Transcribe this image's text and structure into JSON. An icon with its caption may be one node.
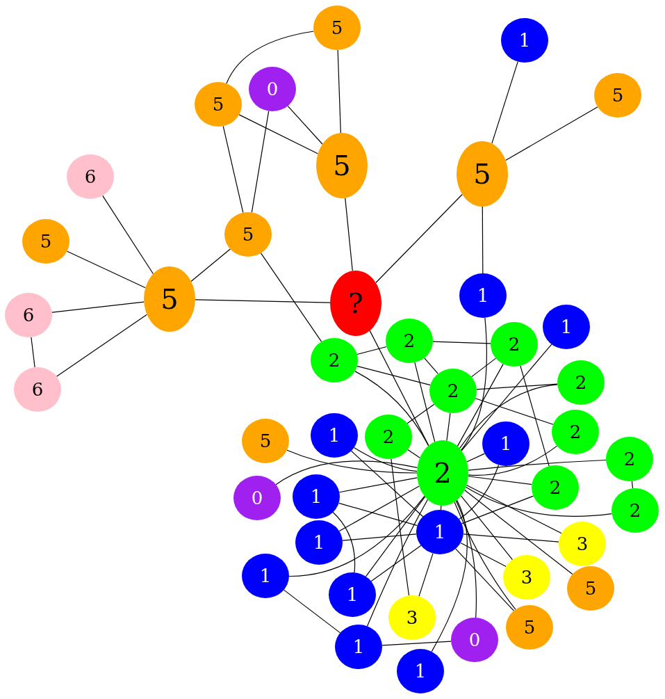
{
  "diagram": {
    "nodes": [
      {
        "text": [
          "5"
        ]
      },
      {
        "text": [
          "1"
        ]
      },
      {
        "text": [
          "0"
        ]
      },
      {
        "text": [
          "5"
        ]
      },
      {
        "text": [
          "5"
        ]
      },
      {
        "text": [
          "5"
        ]
      },
      {
        "text": [
          "5"
        ]
      },
      {
        "text": [
          "6"
        ]
      },
      {
        "text": [
          "5"
        ]
      },
      {
        "text": [
          "5"
        ]
      },
      {
        "text": [
          "5"
        ]
      },
      {
        "text": [
          "?"
        ]
      },
      {
        "text": [
          "1"
        ]
      },
      {
        "text": [
          "6"
        ]
      },
      {
        "text": [
          "1"
        ]
      },
      {
        "text": [
          "2"
        ]
      },
      {
        "text": [
          "2"
        ]
      },
      {
        "text": [
          "2"
        ]
      },
      {
        "text": [
          "2"
        ]
      },
      {
        "text": [
          "2"
        ]
      },
      {
        "text": [
          "6"
        ]
      },
      {
        "text": [
          "5"
        ]
      },
      {
        "text": [
          "1"
        ]
      },
      {
        "text": [
          "2"
        ]
      },
      {
        "text": [
          "1"
        ]
      },
      {
        "text": [
          "2"
        ]
      },
      {
        "text": [
          "2"
        ]
      },
      {
        "text": [
          "2"
        ]
      },
      {
        "text": [
          "0"
        ]
      },
      {
        "text": [
          "1"
        ]
      },
      {
        "text": [
          "2"
        ]
      },
      {
        "text": [
          "2"
        ]
      },
      {
        "text": [
          "1"
        ]
      },
      {
        "text": [
          "1"
        ]
      },
      {
        "text": [
          "3"
        ]
      },
      {
        "text": [
          "1"
        ]
      },
      {
        "text": [
          "3"
        ]
      },
      {
        "text": [
          "1"
        ]
      },
      {
        "text": [
          "5"
        ]
      },
      {
        "text": [
          "3"
        ]
      },
      {
        "text": [
          "5"
        ]
      },
      {
        "text": [
          "0"
        ]
      },
      {
        "text": [
          "1"
        ]
      },
      {
        "text": [
          "1"
        ]
      }
    ],
    "edges": [
      {
        "from": 0,
        "to": 3,
        "arrow": "none"
      },
      {
        "from": 0,
        "to": 5,
        "arrow": "none"
      },
      {
        "from": 2,
        "to": 5,
        "arrow": "none"
      },
      {
        "from": 3,
        "to": 5,
        "arrow": "none"
      },
      {
        "from": 3,
        "to": 9,
        "arrow": "none"
      },
      {
        "from": 2,
        "to": 9,
        "arrow": "none"
      },
      {
        "from": 1,
        "to": 6,
        "arrow": "none"
      },
      {
        "from": 4,
        "to": 6,
        "arrow": "none"
      },
      {
        "from": 5,
        "to": 11,
        "arrow": "none"
      },
      {
        "from": 6,
        "to": 11,
        "arrow": "none"
      },
      {
        "from": 6,
        "to": 12,
        "arrow": "none"
      },
      {
        "from": 7,
        "to": 10,
        "arrow": "none"
      },
      {
        "from": 8,
        "to": 10,
        "arrow": "none"
      },
      {
        "from": 9,
        "to": 10,
        "arrow": "none"
      },
      {
        "from": 10,
        "to": 11,
        "arrow": "none"
      },
      {
        "from": 10,
        "to": 13,
        "arrow": "none"
      },
      {
        "from": 10,
        "to": 20,
        "arrow": "none"
      },
      {
        "from": 13,
        "to": 20,
        "arrow": "none"
      },
      {
        "from": 9,
        "to": 16,
        "arrow": "none"
      },
      {
        "from": 11,
        "to": 26,
        "arrow": "none"
      },
      {
        "from": 15,
        "to": 16,
        "arrow": "none"
      },
      {
        "from": 16,
        "to": 18,
        "arrow": "none"
      },
      {
        "from": 16,
        "to": 26,
        "arrow": "none"
      },
      {
        "from": 15,
        "to": 17,
        "arrow": "none"
      },
      {
        "from": 15,
        "to": 18,
        "arrow": "none"
      },
      {
        "from": 15,
        "to": 26,
        "arrow": "none"
      },
      {
        "from": 12,
        "to": 26,
        "arrow": "none"
      },
      {
        "from": 14,
        "to": 26,
        "arrow": "none"
      },
      {
        "from": 17,
        "to": 18,
        "arrow": "none"
      },
      {
        "from": 17,
        "to": 26,
        "arrow": "none"
      },
      {
        "from": 17,
        "to": 30,
        "arrow": "none"
      },
      {
        "from": 18,
        "to": 19,
        "arrow": "none"
      },
      {
        "from": 18,
        "to": 25,
        "arrow": "none"
      },
      {
        "from": 18,
        "to": 26,
        "arrow": "none"
      },
      {
        "from": 23,
        "to": 18,
        "arrow": "none"
      },
      {
        "from": 19,
        "to": 26,
        "arrow": "none"
      },
      {
        "from": 25,
        "to": 26,
        "arrow": "none"
      },
      {
        "from": 27,
        "to": 26,
        "arrow": "none"
      },
      {
        "from": 27,
        "to": 31,
        "arrow": "none"
      },
      {
        "from": 24,
        "to": 26,
        "arrow": "none"
      },
      {
        "from": 24,
        "to": 32,
        "arrow": "none"
      },
      {
        "from": 23,
        "to": 26,
        "arrow": "none"
      },
      {
        "from": 23,
        "to": 39,
        "arrow": "none"
      },
      {
        "from": 39,
        "to": 32,
        "arrow": "none"
      },
      {
        "from": 21,
        "to": 26,
        "arrow": "none"
      },
      {
        "from": 28,
        "to": 26,
        "arrow": "none"
      },
      {
        "from": 22,
        "to": 26,
        "arrow": "none"
      },
      {
        "from": 22,
        "to": 32,
        "arrow": "none"
      },
      {
        "from": 29,
        "to": 26,
        "arrow": "none"
      },
      {
        "from": 29,
        "to": 32,
        "arrow": "none"
      },
      {
        "from": 29,
        "to": 37,
        "arrow": "none"
      },
      {
        "from": 33,
        "to": 26,
        "arrow": "none"
      },
      {
        "from": 33,
        "to": 32,
        "arrow": "none"
      },
      {
        "from": 35,
        "to": 26,
        "arrow": "none"
      },
      {
        "from": 35,
        "to": 42,
        "arrow": "none"
      },
      {
        "from": 37,
        "to": 26,
        "arrow": "none"
      },
      {
        "from": 37,
        "to": 32,
        "arrow": "none"
      },
      {
        "from": 42,
        "to": 26,
        "arrow": "none"
      },
      {
        "from": 42,
        "to": 41,
        "arrow": "none"
      },
      {
        "from": 43,
        "to": 26,
        "arrow": "none"
      },
      {
        "from": 41,
        "to": 26,
        "arrow": "none"
      },
      {
        "from": 32,
        "to": 26,
        "arrow": "none"
      },
      {
        "from": 30,
        "to": 26,
        "arrow": "none"
      },
      {
        "from": 30,
        "to": 32,
        "arrow": "none"
      },
      {
        "from": 34,
        "to": 26,
        "arrow": "none"
      },
      {
        "from": 34,
        "to": 32,
        "arrow": "none"
      },
      {
        "from": 36,
        "to": 26,
        "arrow": "none"
      },
      {
        "from": 36,
        "to": 32,
        "arrow": "none"
      },
      {
        "from": 38,
        "to": 26,
        "arrow": "none"
      },
      {
        "from": 40,
        "to": 26,
        "arrow": "none"
      },
      {
        "from": 40,
        "to": 32,
        "arrow": "none"
      },
      {
        "from": 26,
        "to": 31,
        "arrow": "none"
      }
    ]
  }
}
